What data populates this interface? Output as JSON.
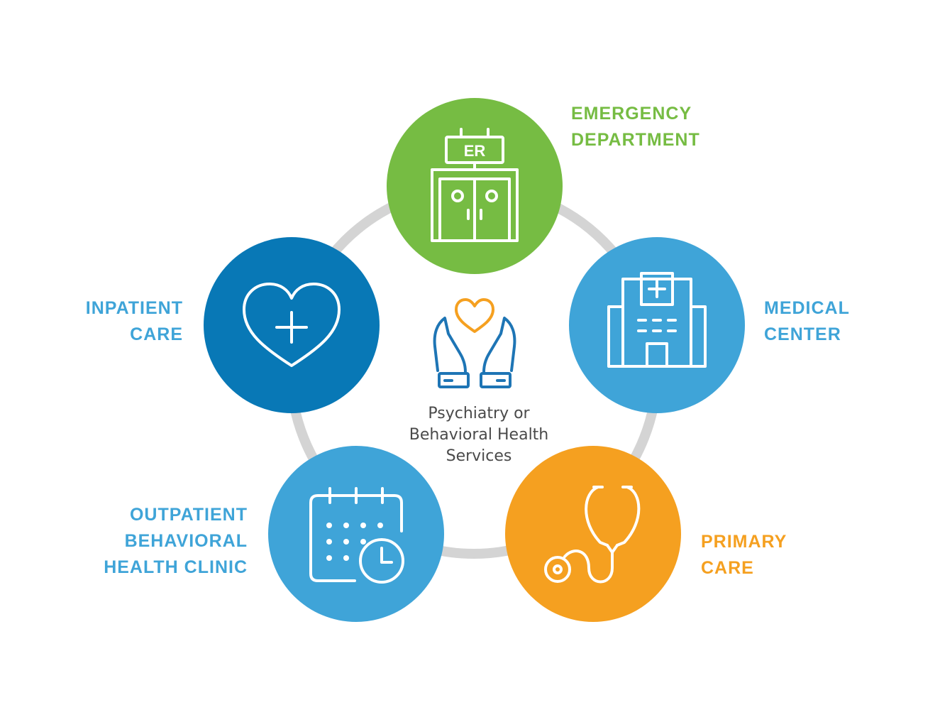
{
  "center": {
    "caption_lines": [
      "Psychiatry or",
      "Behavioral Health",
      "Services"
    ],
    "icon": "caring-hands-heart-icon"
  },
  "nodes": [
    {
      "id": "emergency-department",
      "label_lines": [
        "EMERGENCY",
        "DEPARTMENT"
      ],
      "icon": "er-doors-icon",
      "icon_text": "ER",
      "circle_color": "#76bc43",
      "label_color": "#76bc43"
    },
    {
      "id": "medical-center",
      "label_lines": [
        "MEDICAL",
        "CENTER"
      ],
      "icon": "hospital-building-icon",
      "circle_color": "#3fa4d8",
      "label_color": "#3fa4d8"
    },
    {
      "id": "primary-care",
      "label_lines": [
        "PRIMARY",
        "CARE"
      ],
      "icon": "stethoscope-icon",
      "circle_color": "#f5a020",
      "label_color": "#f5a020"
    },
    {
      "id": "outpatient-behavioral-health-clinic",
      "label_lines": [
        "OUTPATIENT",
        "BEHAVIORAL",
        "HEALTH CLINIC"
      ],
      "icon": "calendar-clock-icon",
      "circle_color": "#3fa4d8",
      "label_color": "#3fa4d8"
    },
    {
      "id": "inpatient-care",
      "label_lines": [
        "INPATIENT",
        "CARE"
      ],
      "icon": "heart-plus-icon",
      "circle_color": "#0878b6",
      "label_color": "#3fa4d8"
    }
  ],
  "colors": {
    "ring": "#d4d4d4",
    "icon_stroke": "#ffffff",
    "hands": "#1e75b5",
    "heart": "#f5a020",
    "caption_text": "#4a4a4a"
  }
}
